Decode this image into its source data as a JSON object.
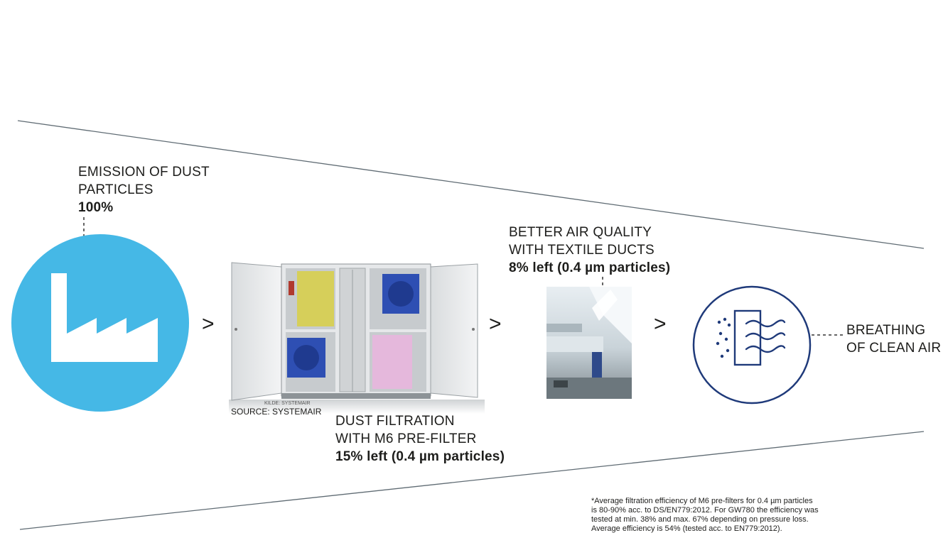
{
  "emission": {
    "line1": "EMISSION OF DUST",
    "line2": "PARTICLES",
    "value": "100%",
    "icon": "factory-icon",
    "color": "#45b8e6"
  },
  "ahu": {
    "source": "SOURCE: SYSTEMAIR",
    "watermark": "KILDE: SYSTEMAIR",
    "line1": "DUST FILTRATION",
    "line2": "WITH M6 PRE-FILTER",
    "value": "15% left (0.4 µm particles)"
  },
  "ducts": {
    "line1": "BETTER AIR QUALITY",
    "line2": "WITH TEXTILE DUCTS",
    "value": "8% left (0.4 µm particles)"
  },
  "clean": {
    "line1": "BREATHING",
    "line2": "OF CLEAN AIR",
    "icon": "clean-air-icon",
    "color": "#1f3a7a"
  },
  "arrow": ">",
  "footnote": [
    "*Average filtration efficiency of M6 pre-filters for 0.4 µm particles",
    "is 80-90% acc. to DS/EN779:2012. For GW780 the efficiency was",
    "tested at min. 38% and max. 67% depending on pressure loss.",
    "Average efficiency is 54% (tested acc. to EN779:2012)."
  ]
}
